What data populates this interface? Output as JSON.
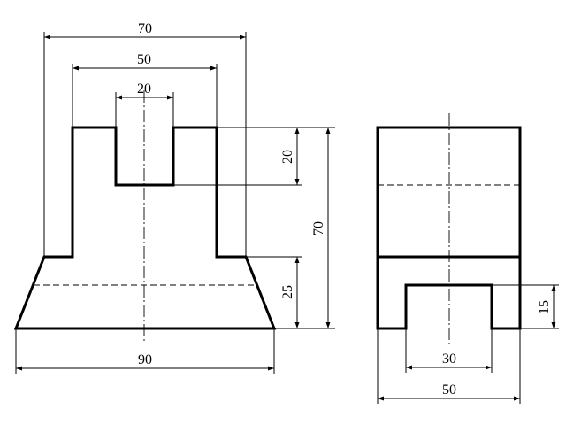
{
  "front_view": {
    "dims": {
      "overall_top_width": "70",
      "upper_width": "50",
      "slot_width": "20",
      "slot_depth": "20",
      "overall_height": "70",
      "base_height": "25",
      "base_width": "90"
    }
  },
  "side_view": {
    "dims": {
      "notch_height": "15",
      "notch_width": "30",
      "overall_width": "50"
    }
  }
}
